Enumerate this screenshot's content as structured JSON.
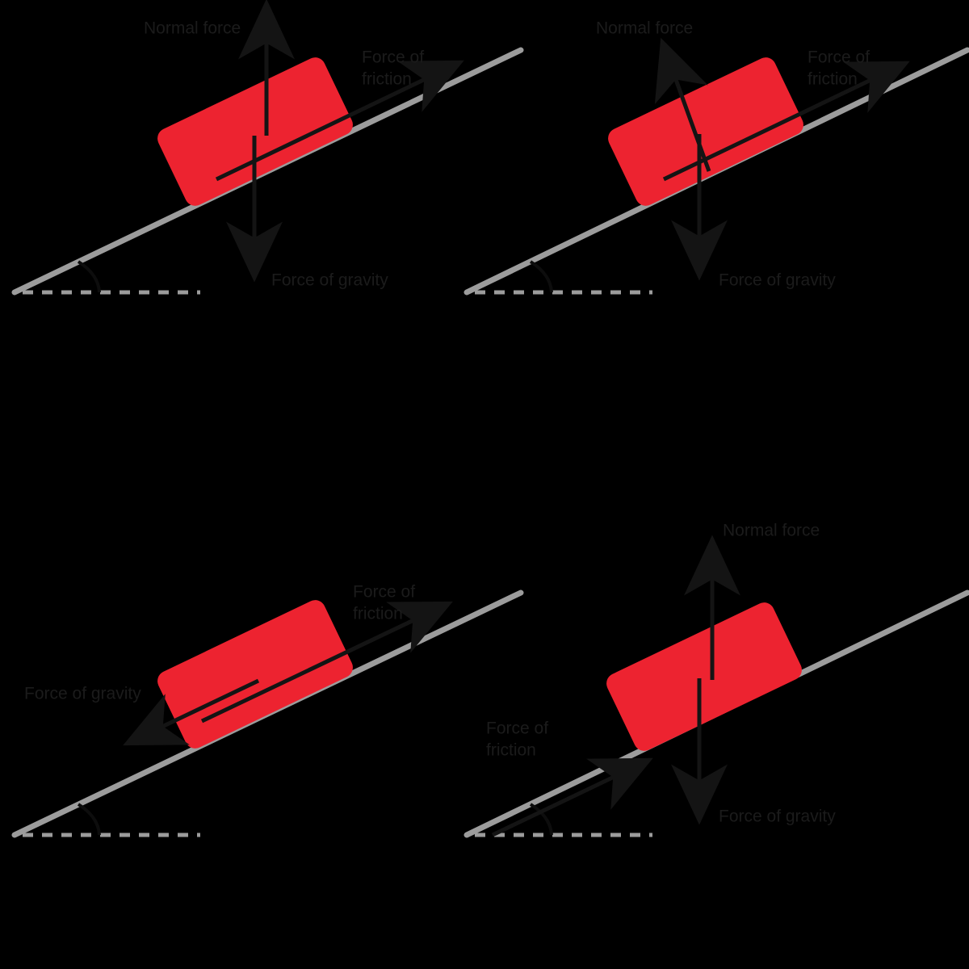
{
  "figure": {
    "background_color": "#000000",
    "block_color": "#ed2330",
    "incline_color": "#9c9c9c",
    "arrow_color": "#141414",
    "label_color": "#1b1b1b",
    "incline_angle_degrees": 21
  },
  "labels": {
    "normal_force": "Normal force",
    "force_of_friction_line1": "Force of",
    "force_of_friction_line2": "friction",
    "force_of_gravity": "Force of gravity"
  },
  "panels": [
    {
      "id": "top-left",
      "position": "top-left",
      "block_present": true,
      "forces": [
        {
          "name": "normal-force",
          "label": "Normal force",
          "direction": "up-vertical",
          "label_position": "above-left"
        },
        {
          "name": "force-of-friction",
          "label": "Force of friction",
          "direction": "up-the-incline",
          "label_position": "upper-right"
        },
        {
          "name": "force-of-gravity",
          "label": "Force of gravity",
          "direction": "down-vertical",
          "label_position": "below-right"
        }
      ]
    },
    {
      "id": "top-right",
      "position": "top-right",
      "block_present": true,
      "forces": [
        {
          "name": "normal-force",
          "label": "Normal force",
          "direction": "perpendicular-to-incline",
          "label_position": "above-left"
        },
        {
          "name": "force-of-friction",
          "label": "Force of friction",
          "direction": "up-the-incline",
          "label_position": "upper-right"
        },
        {
          "name": "force-of-gravity",
          "label": "Force of gravity",
          "direction": "down-vertical",
          "label_position": "below-right"
        }
      ]
    },
    {
      "id": "bottom-left",
      "position": "bottom-left",
      "block_present": true,
      "forces": [
        {
          "name": "force-of-friction",
          "label": "Force of friction",
          "direction": "up-the-incline",
          "label_position": "upper-right"
        },
        {
          "name": "force-of-gravity",
          "label": "Force of gravity",
          "direction": "down-the-incline",
          "label_position": "left"
        }
      ]
    },
    {
      "id": "bottom-right",
      "position": "bottom-right",
      "block_present": true,
      "forces": [
        {
          "name": "normal-force",
          "label": "Normal force",
          "direction": "up-vertical",
          "label_position": "above-right"
        },
        {
          "name": "force-of-friction",
          "label": "Force of friction",
          "direction": "up-the-incline",
          "label_position": "lower-left"
        },
        {
          "name": "force-of-gravity",
          "label": "Force of gravity",
          "direction": "down-vertical",
          "label_position": "below-right"
        }
      ]
    }
  ]
}
